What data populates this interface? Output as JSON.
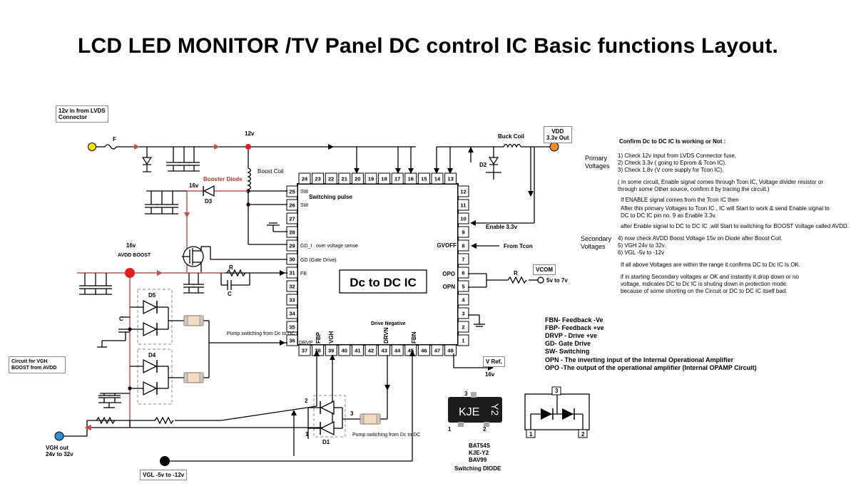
{
  "title": "LCD LED MONITOR /TV Panel DC control IC Basic functions Layout.",
  "ic": {
    "name": "Dc to DC IC",
    "top_pins": [
      "24",
      "23",
      "22",
      "21",
      "20",
      "19",
      "18",
      "17",
      "16",
      "15",
      "14",
      "13"
    ],
    "left_pins": [
      "25",
      "26",
      "27",
      "28",
      "29",
      "30",
      "31",
      "32",
      "33",
      "34",
      "35",
      "36"
    ],
    "right_pins": [
      "12",
      "11",
      "10",
      "9",
      "8",
      "7",
      "6",
      "5",
      "4",
      "3",
      "2",
      "1"
    ],
    "bottom_pins": [
      "37",
      "38",
      "39",
      "40",
      "41",
      "42",
      "43",
      "44",
      "45",
      "46",
      "47",
      "48"
    ],
    "inner_labels": {
      "sw1": "SW",
      "sw2": "SW",
      "switching_pulse": "Switching pulse",
      "gd_i": "GD_I",
      "over_voltage": "over voltage sense",
      "gd_gate": "GD (Gate Drive)",
      "fb": "FB",
      "drvp": "DRVP",
      "gvoff": "GVOFF",
      "opo": "OPO",
      "opn": "OPN",
      "fbp": "FBP",
      "vgh": "VGH",
      "drvn": "DRVN",
      "fbn": "FBN"
    }
  },
  "labels": {
    "lvds_box": "12v in from LVDS Connector",
    "fuse": "F",
    "v12": "12v",
    "boost_coil": "Boost Coil",
    "booster_diode": "Booster Diode",
    "v16_a": "16v",
    "d3": "D3",
    "avdd_v": "16v",
    "avdd_label": "AVDD BOOST",
    "r_fb": "R",
    "c_fb": "C",
    "d5": "D5",
    "d4": "D4",
    "c_left": "C",
    "pump_sw_a": "Pump switching from Dc to DC",
    "drive_negative": "Drive Negative",
    "vgh_box": "Circuit for VGH BOOST from AVDD",
    "vgh_out_1": "VGH out",
    "vgh_out_2": "24v to 32v",
    "vgl": "VGL -5v  to -12v",
    "d1": "D1",
    "d1_pin2": "2",
    "d1_pin3": "3",
    "d1_pin1": "1",
    "pump_sw_b": "Pump switching from Dc to DC",
    "buck_coil": "Buck Coil",
    "d2": "D2",
    "vdd_1": "VDD",
    "vdd_2": "3.3v Out",
    "enable": "Enable  3.3v",
    "from_tcon": "From Tcon",
    "vcom": "VCOM",
    "r_vcom": "R",
    "vcom_range": "5v to 7v",
    "vref": "V Ref.",
    "v16_b": "16v",
    "pkg_marking": "KJE",
    "pkg_marking2": "Y2",
    "pkg_pin3": "3",
    "pkg_pin1": "1",
    "pkg_pin2": "2",
    "bat54s": "BAT54S",
    "kje_y2": "KJE-Y2",
    "bav99": "BAV99",
    "switching_diode": "Switching DIODE",
    "sch_pin3": "3",
    "sch_pin1": "1",
    "sch_pin2": "2"
  },
  "notes": {
    "heading": "Confirm Dc to DC IC Is working or Not :",
    "primary_label_1": "Primary",
    "primary_label_2": "Voltages",
    "primary": [
      "1) Check 12v input from LVDS Connector fuse.",
      "2) Check 3.3v  ( going to Eprom & Tcon IC).",
      "3) Check 1.8v (V core supply for Tcon IC)."
    ],
    "para1": [
      "( In some circuit, Enable signal comes through Tcon IC, Voltage divider resistor or",
      "  through some Other source, confirm it by tracing the circuit.)"
    ],
    "para2": "If ENABLE signal comes from the Tcon IC then",
    "para3": [
      "After this primary Voltages to Tcon IC , IC will Start to work & send Enable signal to",
      "DC to DC IC pin no. 9 as Enable 3.3v."
    ],
    "para4": "after Enable signal to DC to DC IC ,will Start to switching for BOOST Voltage called AVDD.",
    "secondary_label_1": "Secondary",
    "secondary_label_2": "Voltages",
    "secondary": [
      "4) now check AVDD Boost Voltage 15v on Diode after Boost Coil.",
      "5) VGH 24v to 32v.",
      "6) VGL -5v to -12v"
    ],
    "para5": "If all above Voltages are within the range it  confirms  DC to Dc IC Is OK.",
    "para6": [
      "if in starting Secondary voltages ar OK and instantly it drop down or no",
      "voltage, indicates DC to Dc IC is shuting down in protection mode.",
      "because of some shorting on the Circuit or DC to DC IC itself bad."
    ]
  },
  "legend": [
    "FBN- Feedback -Ve",
    "FBP- Feedback +ve",
    "DRVP - Drive +ve",
    "GD- Gate Drive",
    "SW- Switching"
  ],
  "legend2": [
    "OPN - The inverting input of the Internal Operational Amplifier",
    "OPO -The output of the operational amplifier (Internal OPAMP Circuit)"
  ],
  "colors": {
    "wire": "#000000",
    "avdd_wire": "#c0504d",
    "node_red": "#e0201e",
    "node_yellow": "#ffe600",
    "node_orange": "#f28c28",
    "node_blue": "#2a8fd8",
    "booster_text": "#c0392b"
  }
}
